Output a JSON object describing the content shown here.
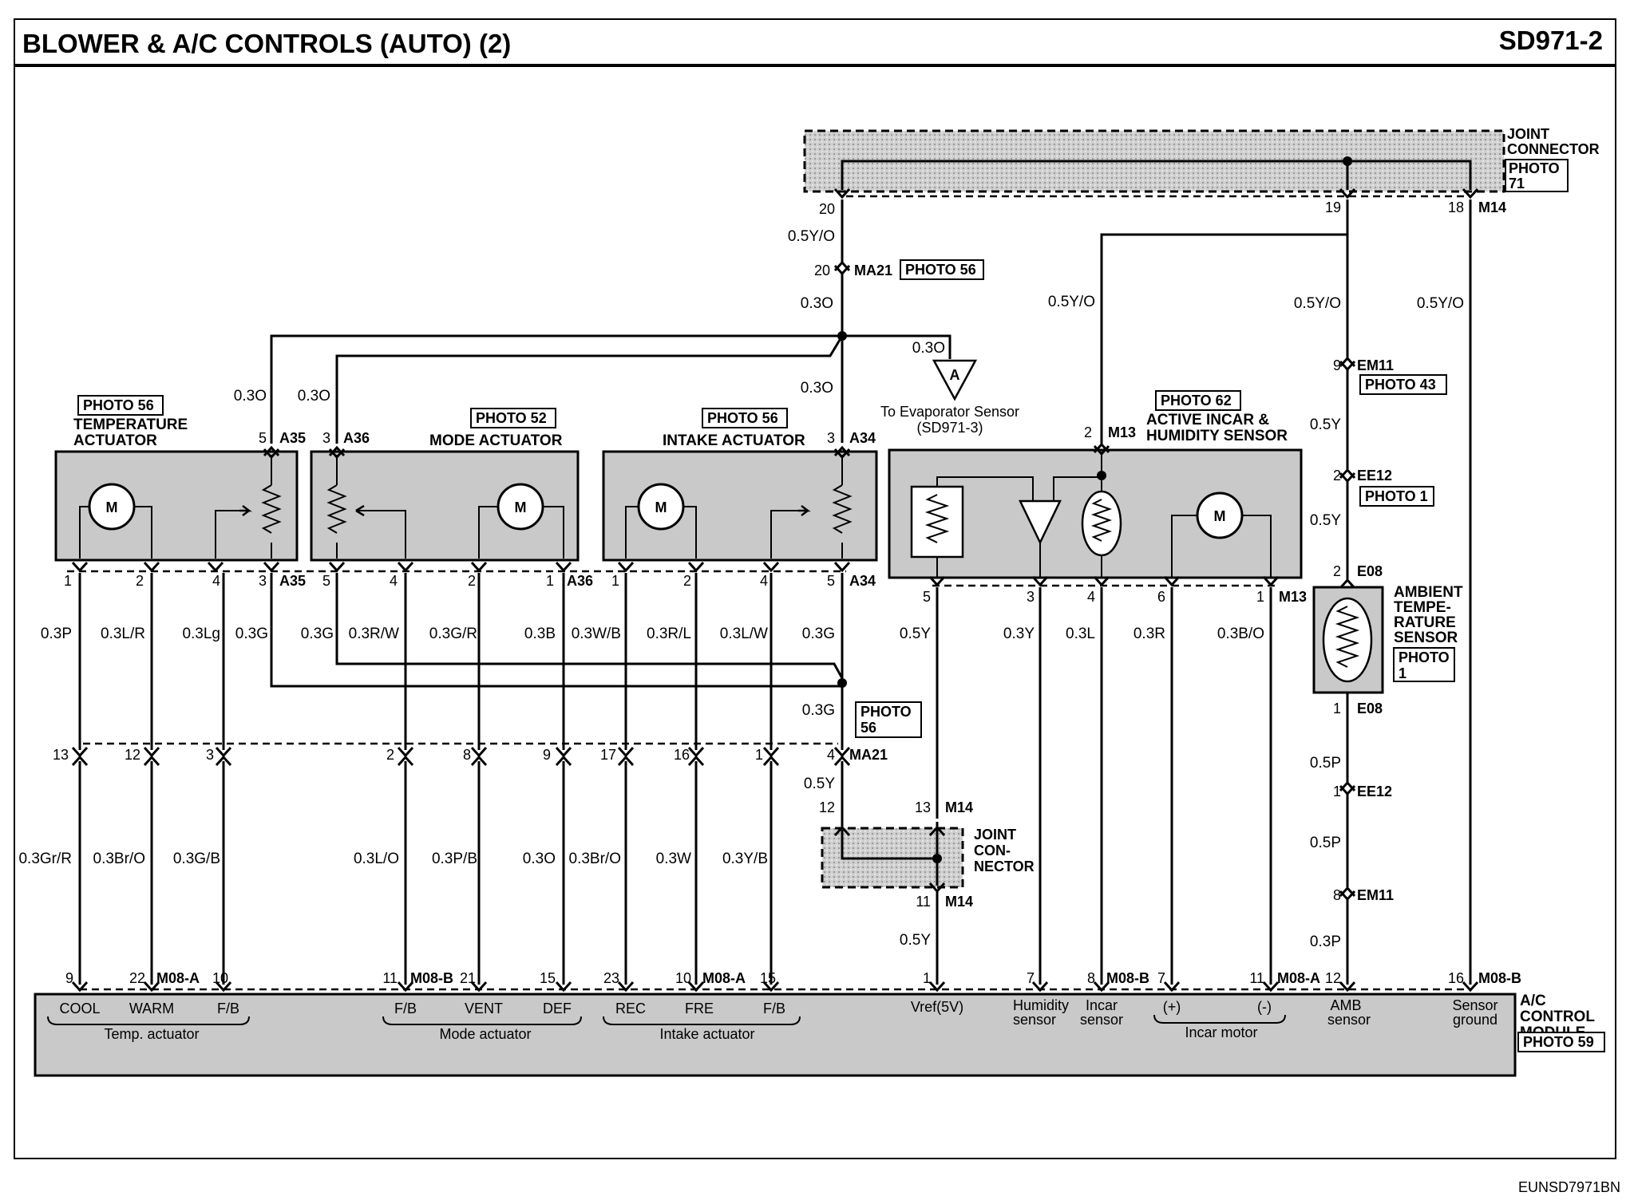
{
  "header": {
    "title": "BLOWER & A/C CONTROLS (AUTO) (2)",
    "code": "SD971-2"
  },
  "footer": {
    "figure_id": "EUNSD7971BN"
  },
  "joint_connector_top": {
    "label_line1": "JOINT",
    "label_line2": "CONNECTOR",
    "photo_line1": "PHOTO",
    "photo_line2": "71",
    "pin_a": "20",
    "pin_b": "19",
    "pin_c": "18",
    "conn": "M14"
  },
  "joint_connector_mid": {
    "label_line1": "JOINT",
    "label_line2": "CON-",
    "label_line3": "NECTOR",
    "pin_in_a": "12",
    "pin_in_b": "13",
    "pin_out": "11",
    "conn_top": "M14",
    "conn_bottom": "M14"
  },
  "ma21": {
    "pin_top": "20",
    "conn": "MA21",
    "photo": "PHOTO 56",
    "pin_bottom": "4",
    "conn_bottom": "MA21",
    "photo_b_line1": "PHOTO",
    "photo_b_line2": "56"
  },
  "evap_ref": {
    "letter": "A",
    "wire": "0.3O",
    "line1": "To Evaporator Sensor",
    "line2": "(SD971-3)"
  },
  "temp_actuator": {
    "photo": "PHOTO 56",
    "name_line1": "TEMPERATURE",
    "name_line2": "ACTUATOR",
    "conn": "A35",
    "pin_top": "5",
    "conn_bottom": "A35",
    "motor": "M",
    "pins_bottom": [
      "1",
      "2",
      "4",
      "3"
    ]
  },
  "mode_actuator": {
    "photo": "PHOTO 52",
    "name": "MODE ACTUATOR",
    "conn": "A36",
    "pin_top": "3",
    "conn_bottom": "A36",
    "motor": "M",
    "pins_bottom": [
      "5",
      "4",
      "2",
      "1"
    ]
  },
  "intake_actuator": {
    "photo": "PHOTO 56",
    "name": "INTAKE ACTUATOR",
    "conn": "A34",
    "pin_top": "3",
    "conn_bottom": "A34",
    "motor": "M",
    "pins_bottom": [
      "1",
      "2",
      "4",
      "5"
    ]
  },
  "incar_sensor": {
    "photo": "PHOTO 62",
    "name_line1": "ACTIVE INCAR &",
    "name_line2": "HUMIDITY SENSOR",
    "conn": "M13",
    "pin_top": "2",
    "conn_bottom": "M13",
    "motor": "M",
    "pins_bottom": [
      "5",
      "3",
      "4",
      "6",
      "1"
    ]
  },
  "ambient_sensor": {
    "name_line1": "AMBIENT",
    "name_line2": "TEMPE-",
    "name_line3": "RATURE",
    "name_line4": "SENSOR",
    "photo_line1": "PHOTO",
    "photo_line2": "1",
    "pin_top": "2",
    "conn_top": "E08",
    "pin_bottom": "1",
    "conn_bottom": "E08"
  },
  "ambient_path": {
    "em11_pin": "9",
    "em11": "EM11",
    "em11_photo": "PHOTO 43",
    "ee12_pin": "2",
    "ee12": "EE12",
    "ee12_photo": "PHOTO 1",
    "ee12b_pin": "1",
    "ee12b": "EE12",
    "em11b_pin": "8",
    "em11b": "EM11"
  },
  "wire_colors": {
    "w_20": "0.5Y/O",
    "w_03o_a": "0.3O",
    "w_03o_b": "0.3O",
    "w_03o_c": "0.3O",
    "w_03o_d": "0.3O",
    "w_m13": "0.5Y/O",
    "w_19": "0.5Y/O",
    "w_18": "0.5Y/O",
    "w_amb1": "0.5Y",
    "w_amb2": "0.5Y",
    "w_amb3": "0.5P",
    "w_amb4": "0.5P",
    "w_amb5": "0.3P",
    "t1": "0.3P",
    "t2": "0.3L/R",
    "t3": "0.3Lg",
    "t4": "0.3G",
    "m1": "0.3G",
    "m2": "0.3R/W",
    "m3": "0.3G/R",
    "m4": "0.3B",
    "i1": "0.3W/B",
    "i2": "0.3R/L",
    "i3": "0.3L/W",
    "i4": "0.3G",
    "s1": "0.5Y",
    "s2": "0.3Y",
    "s3": "0.3L",
    "s4": "0.3R",
    "s5": "0.3B/O",
    "ma_g": "0.3G",
    "ma_y": "0.5Y",
    "jc_y": "0.5Y",
    "b1": "0.3Gr/R",
    "b2": "0.3Br/O",
    "b3": "0.3G/B",
    "b4": "0.3L/O",
    "b5": "0.3P/B",
    "b6": "0.3O",
    "b7": "0.3Br/O",
    "b8": "0.3W",
    "b9": "0.3Y/B"
  },
  "ma21_row_pins": [
    "13",
    "12",
    "3",
    "2",
    "8",
    "9",
    "17",
    "16",
    "1",
    "4"
  ],
  "module": {
    "name_line1": "A/C",
    "name_line2": "CONTROL",
    "name_line3": "MODULE",
    "photo": "PHOTO 59",
    "pins": [
      "9",
      "22",
      "10",
      "11",
      "21",
      "15",
      "23",
      "10",
      "15",
      "1",
      "7",
      "8",
      "7",
      "11",
      "12",
      "16"
    ],
    "conns": [
      "M08-A",
      "M08-B",
      "M08-A",
      "M08-B",
      "M08-A",
      "M08-B"
    ],
    "labels": {
      "cool": "COOL",
      "warm": "WARM",
      "fb1": "F/B",
      "temp": "Temp. actuator",
      "fb2": "F/B",
      "vent": "VENT",
      "def": "DEF",
      "mode": "Mode actuator",
      "rec": "REC",
      "fre": "FRE",
      "fb3": "F/B",
      "intake": "Intake actuator",
      "vref": "Vref(5V)",
      "hum1": "Humidity",
      "hum2": "sensor",
      "inc1": "Incar",
      "inc2": "sensor",
      "plus": "(+)",
      "minus": "(-)",
      "motor": "Incar motor",
      "amb1": "AMB",
      "amb2": "sensor",
      "sg1": "Sensor",
      "sg2": "ground"
    }
  }
}
